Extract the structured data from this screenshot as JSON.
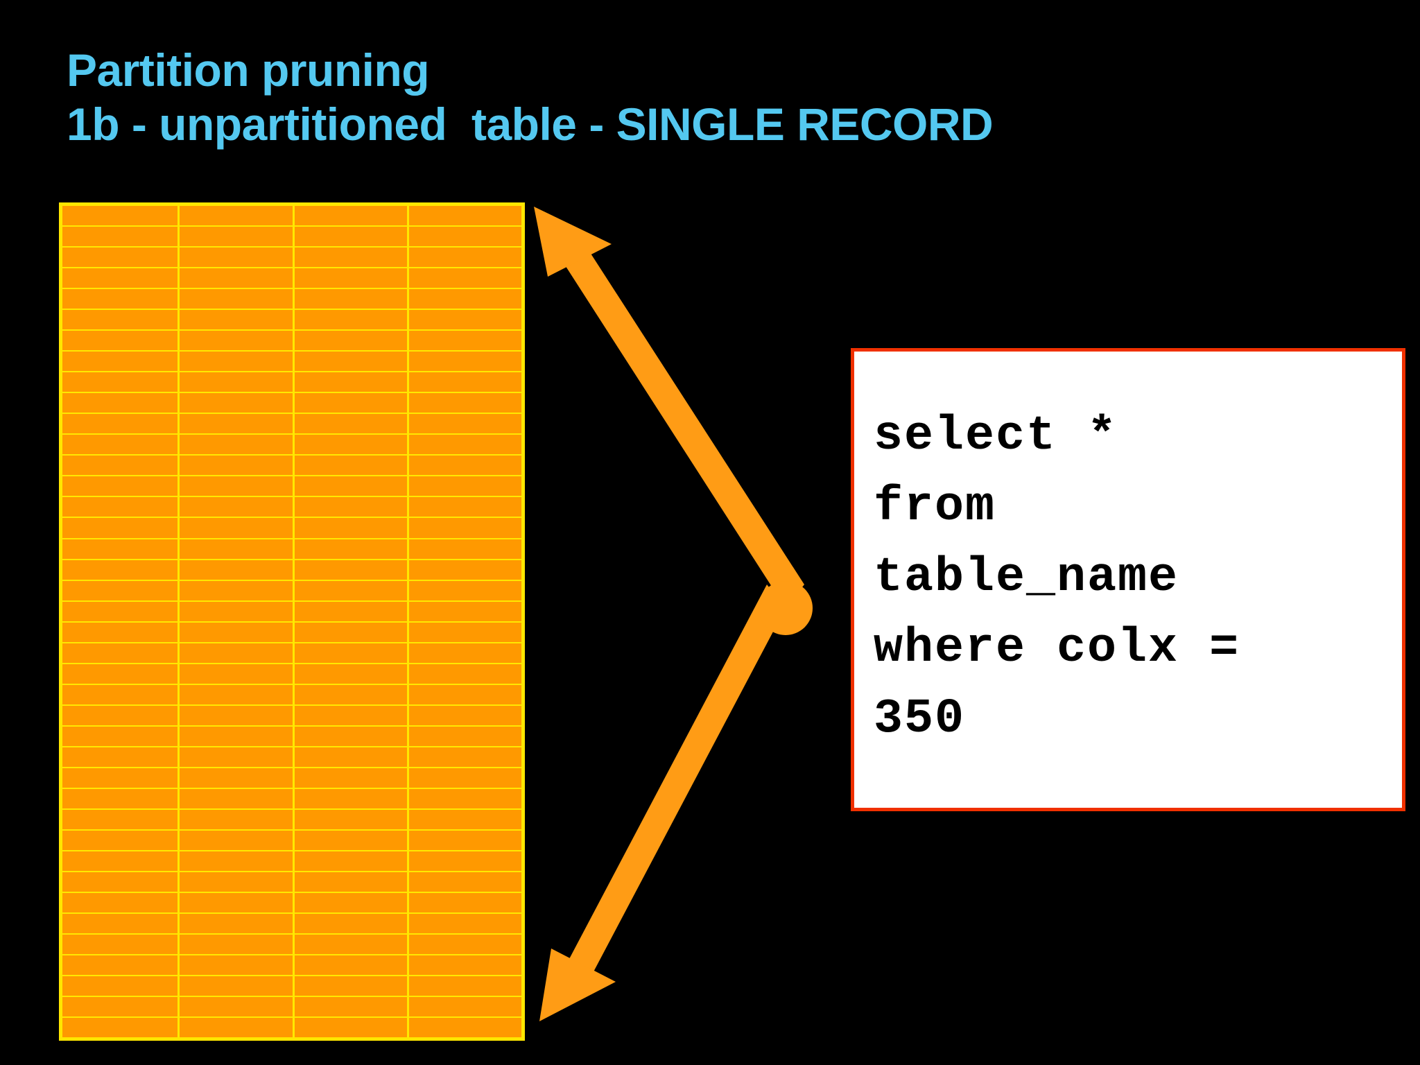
{
  "slide": {
    "background_color": "#000000",
    "title": {
      "color": "#54c8f0",
      "line1": "Partition pruning",
      "line2": "1b - unpartitioned  table - SINGLE RECORD"
    },
    "table_figure": {
      "name": "unpartitioned-table",
      "cell_fill_color": "#ff9900",
      "gridline_color": "#ffe800",
      "border_color": "#ffe600",
      "columns": 4,
      "rows": 40
    },
    "arrows": {
      "color": "#ff9c15",
      "pivot_color": "#ff9c15",
      "description": "double-headed arrow spanning full table height, hinged at a round pivot dot",
      "top_arrow_label": "arrow-to-table-top",
      "bottom_arrow_label": "arrow-to-table-bottom"
    },
    "sql_box": {
      "border_color": "#f03000",
      "background_color": "#ffffff",
      "text_color": "#000000",
      "lines": [
        "select *",
        "from",
        "table_name",
        "where colx =",
        "350"
      ]
    }
  }
}
